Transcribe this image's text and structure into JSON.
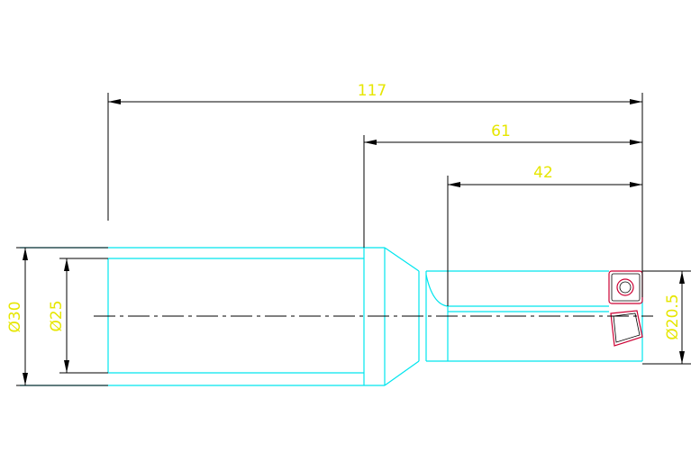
{
  "drawing": {
    "dimensions": {
      "overall_length": "117",
      "mid_length": "61",
      "flute_length": "42",
      "shank_diameter": "Ø30",
      "shank_inner_diameter": "Ø25",
      "drill_diameter": "Ø20.5"
    },
    "colors": {
      "background": "#ffffff",
      "dimension_line": "#000000",
      "dimension_text": "#e6e600",
      "outline": "#00e5ee",
      "centerline": "#000000",
      "insert": "#cc0033"
    }
  }
}
